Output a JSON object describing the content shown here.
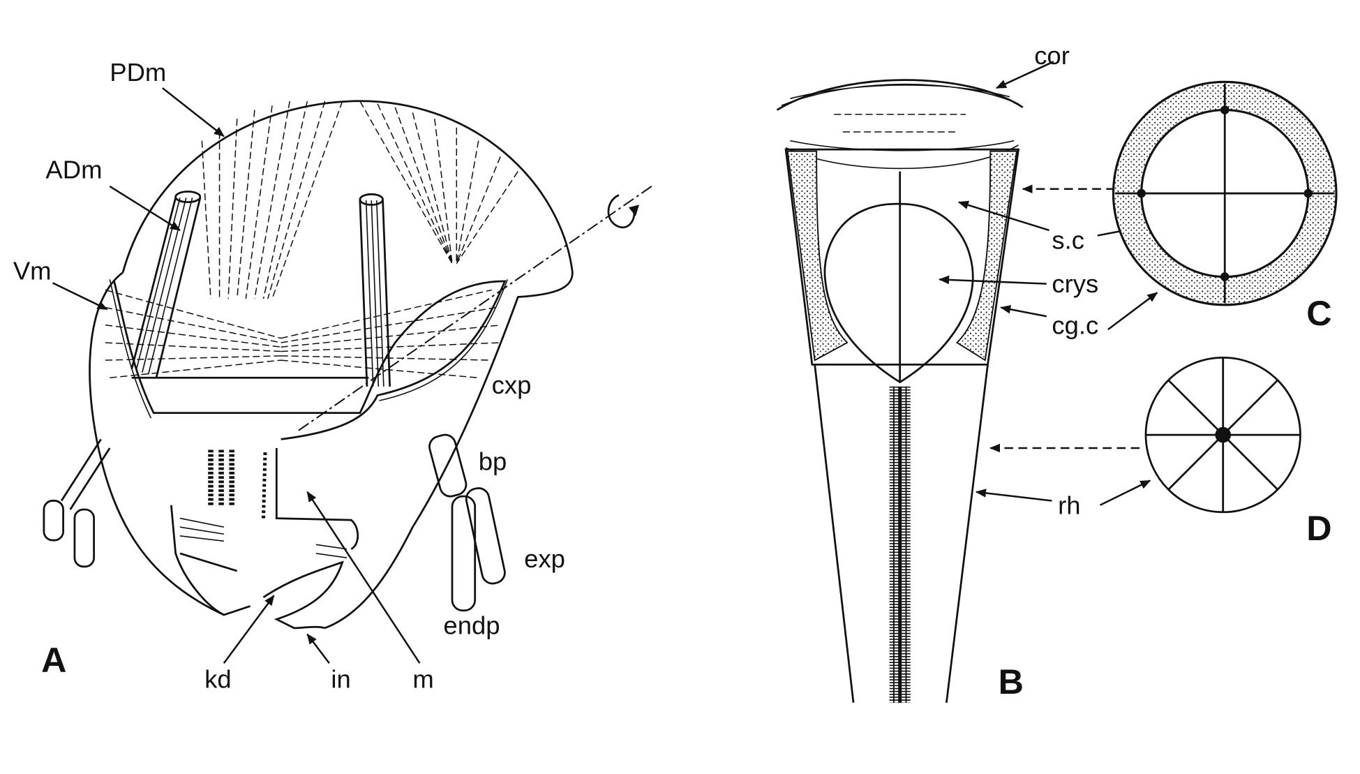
{
  "panels": {
    "a": "A",
    "b": "B",
    "c": "C",
    "d": "D"
  },
  "labels_a": {
    "pdm": "PDm",
    "adm": "ADm",
    "vm": "Vm",
    "cxp": "cxp",
    "bp": "bp",
    "exp": "exp",
    "endp": "endp",
    "kd": "kd",
    "in": "in",
    "m": "m"
  },
  "labels_b": {
    "cor": "cor",
    "sc": "s.c",
    "crys": "crys",
    "cgc": "cg.c",
    "rh": "rh"
  }
}
